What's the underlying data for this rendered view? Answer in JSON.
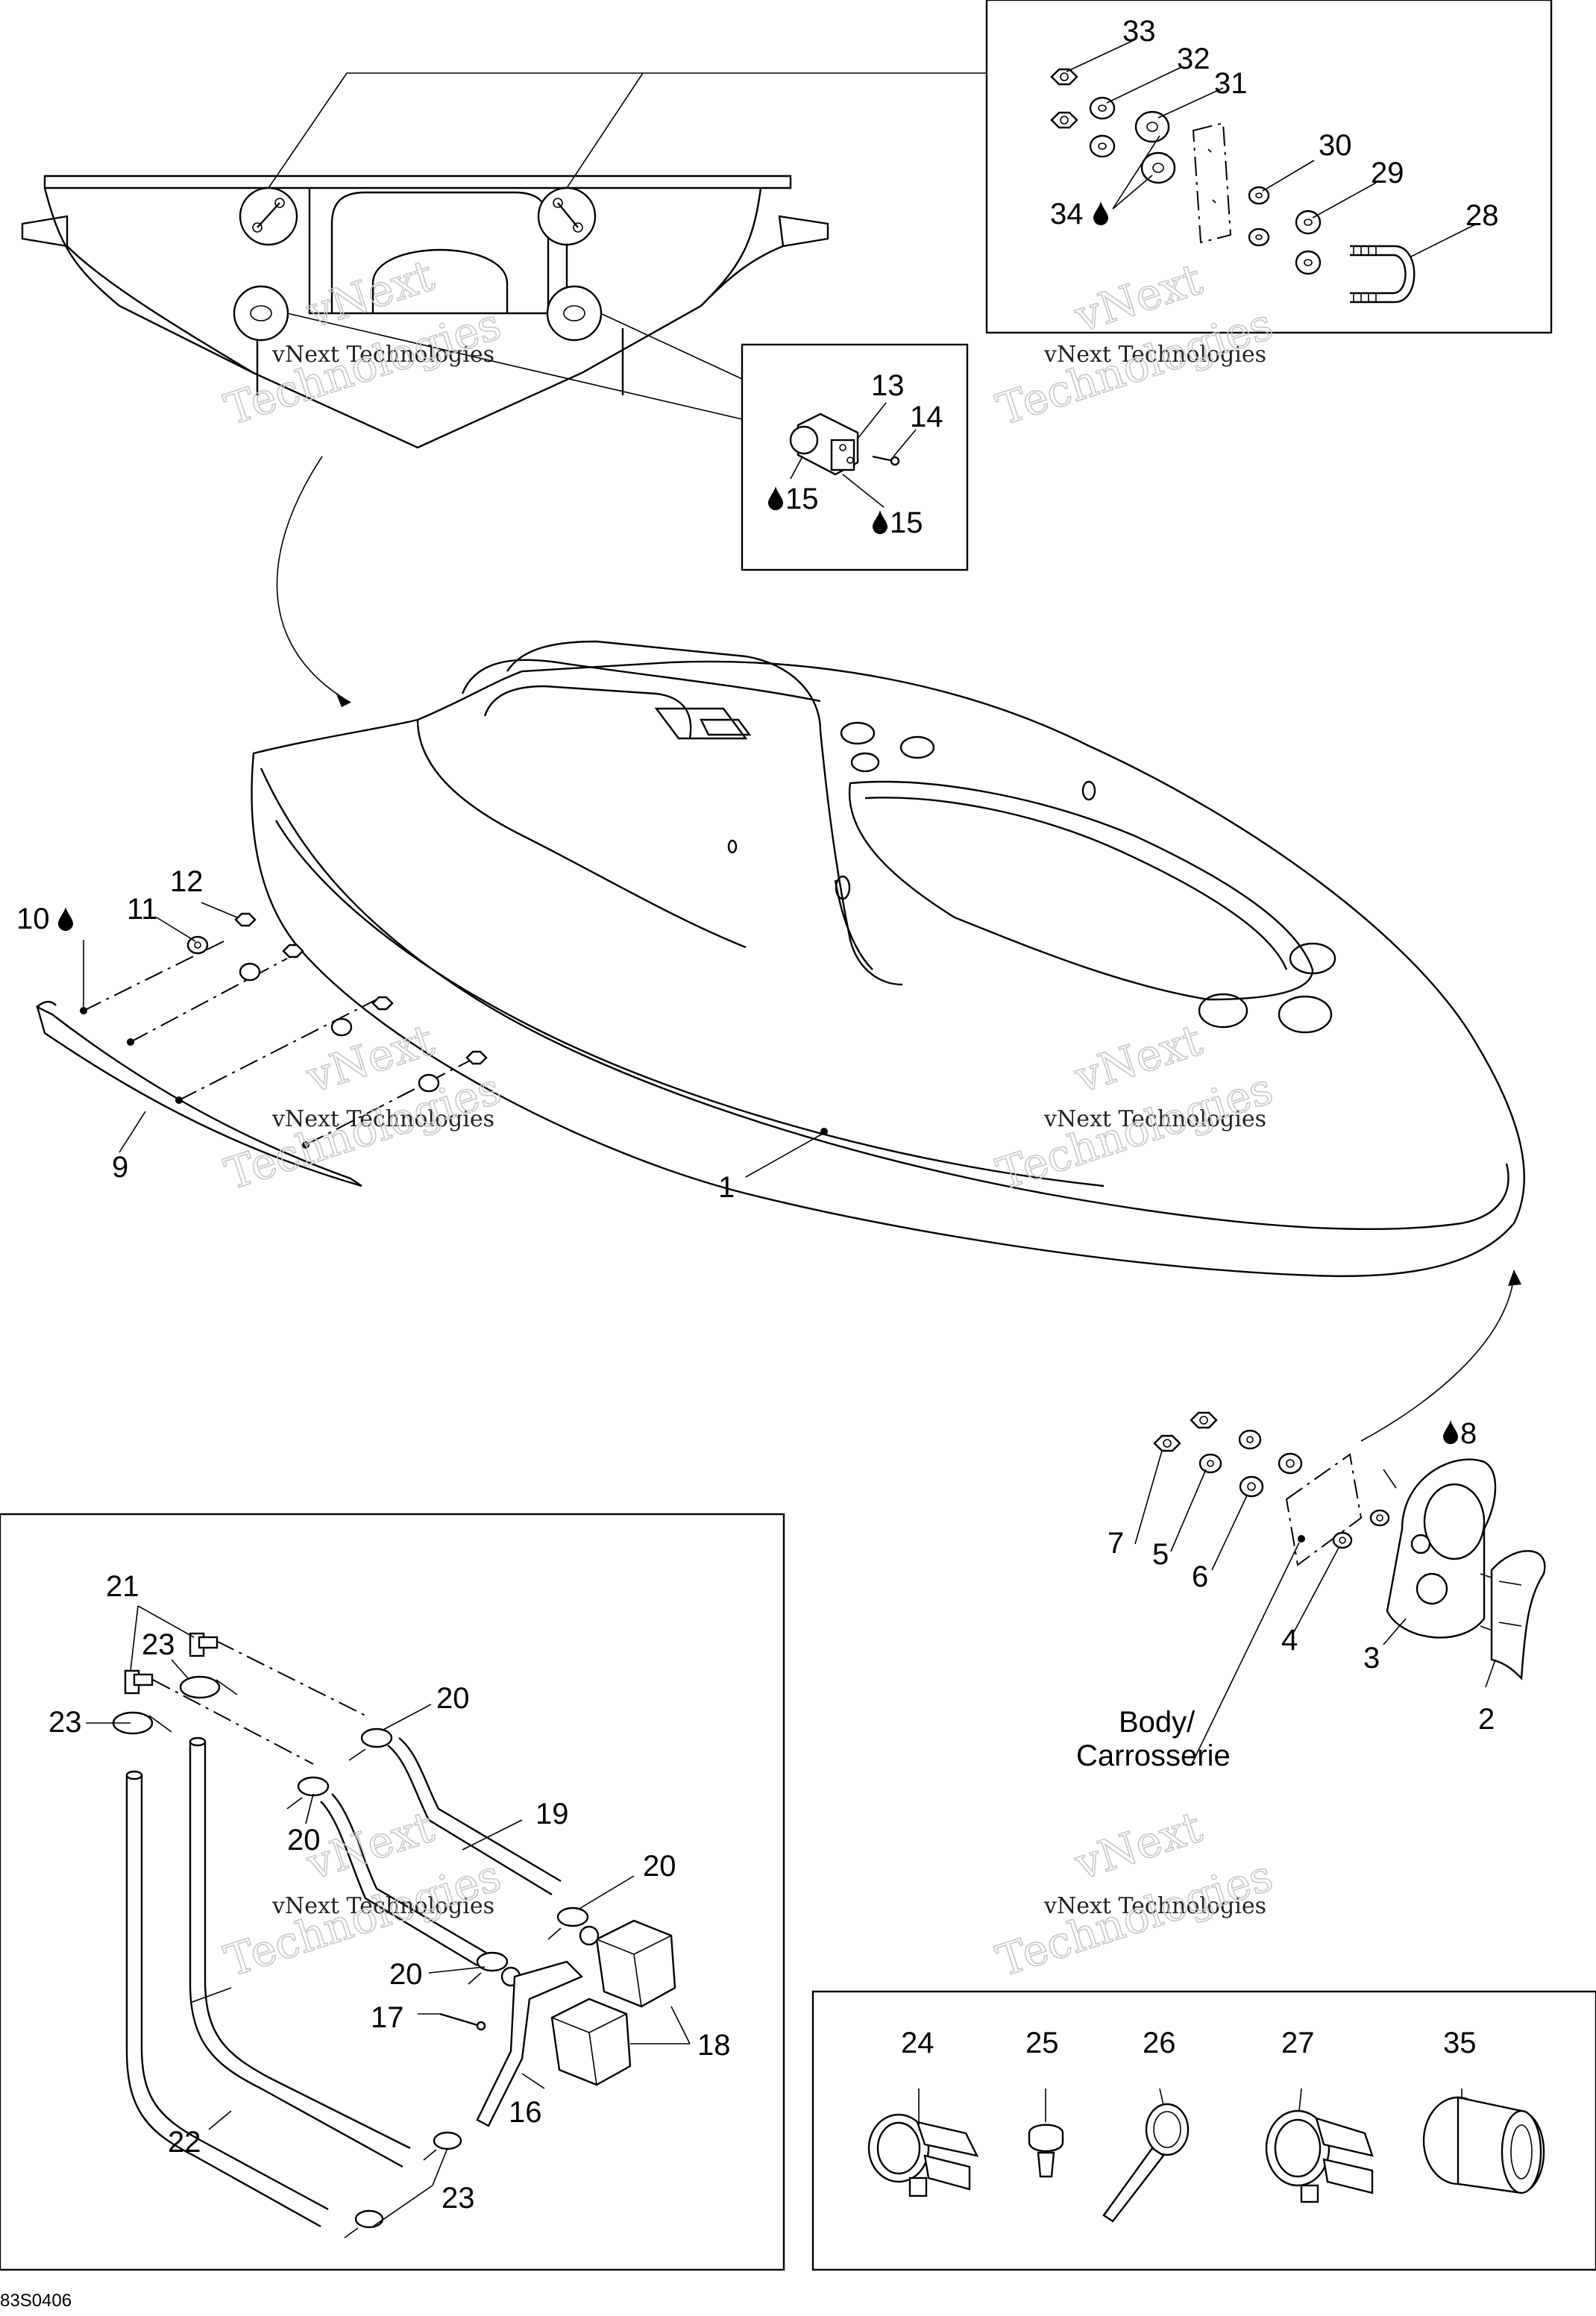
{
  "diagram": {
    "reference_code": "83S0406",
    "watermark_line1": "vNext Technologies",
    "watermark_line2": "Technologies",
    "watermark_small": "vNext",
    "body_label_line1": "Body/",
    "body_label_line2": "Carrosserie",
    "callouts": {
      "c1": "1",
      "c2": "2",
      "c3": "3",
      "c4": "4",
      "c5": "5",
      "c6": "6",
      "c7": "7",
      "c8": "8",
      "c9": "9",
      "c10": "10",
      "c11": "11",
      "c12": "12",
      "c13": "13",
      "c14": "14",
      "c15a": "15",
      "c15b": "15",
      "c16": "16",
      "c17": "17",
      "c18": "18",
      "c19": "19",
      "c20a": "20",
      "c20b": "20",
      "c20c": "20",
      "c20d": "20",
      "c21": "21",
      "c22": "22",
      "c23a": "23",
      "c23b": "23",
      "c23c": "23",
      "c24": "24",
      "c25": "25",
      "c26": "26",
      "c27": "27",
      "c28": "28",
      "c29": "29",
      "c30": "30",
      "c31": "31",
      "c32": "32",
      "c33": "33",
      "c34": "34",
      "c35": "35"
    }
  }
}
